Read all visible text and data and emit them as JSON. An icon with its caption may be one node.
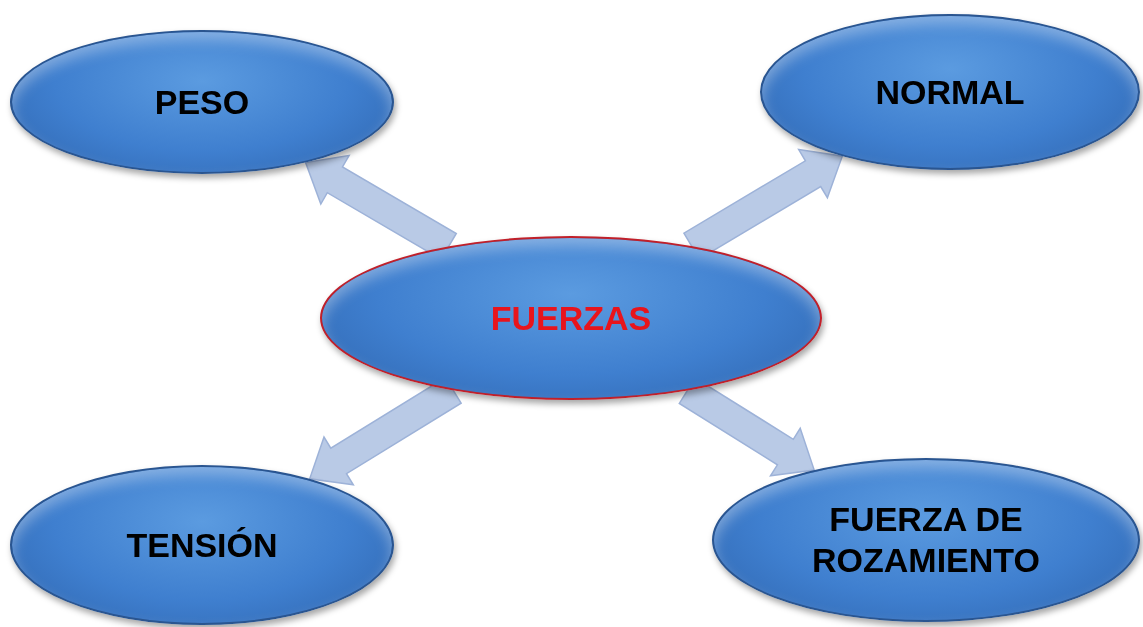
{
  "diagram": {
    "nodes": [
      {
        "text": [
          "PESO"
        ]
      },
      {
        "text": [
          "NORMAL"
        ]
      },
      {
        "text": [
          "FUERZAS"
        ]
      },
      {
        "text": [
          "TENSIÓN"
        ]
      },
      {
        "text": [
          "FUERZA DE ROZAMIENTO"
        ]
      }
    ],
    "edges": [
      {
        "from": 2,
        "to": 0,
        "arrow": "to"
      },
      {
        "from": 2,
        "to": 1,
        "arrow": "to"
      },
      {
        "from": 2,
        "to": 3,
        "arrow": "to"
      },
      {
        "from": 2,
        "to": 4,
        "arrow": "to"
      }
    ]
  }
}
